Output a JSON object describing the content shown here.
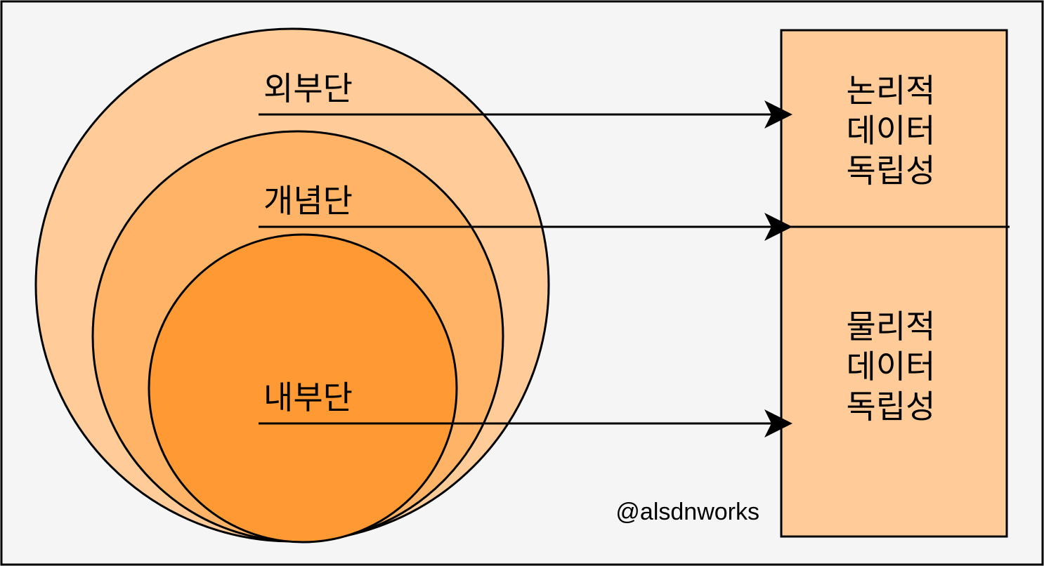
{
  "colors": {
    "background": "#f5f5f5",
    "border": "#000000",
    "outer_circle": "#ffcc99",
    "middle_circle": "#ffb366",
    "inner_circle": "#ff9933",
    "box_fill": "#ffcc99"
  },
  "levels": {
    "external": "외부단",
    "conceptual": "개념단",
    "internal": "내부단"
  },
  "logical_independence": {
    "line1": "논리적",
    "line2": "데이터",
    "line3": "독립성"
  },
  "physical_independence": {
    "line1": "물리적",
    "line2": "데이터",
    "line3": "독립성"
  },
  "watermark": "@alsdnworks"
}
